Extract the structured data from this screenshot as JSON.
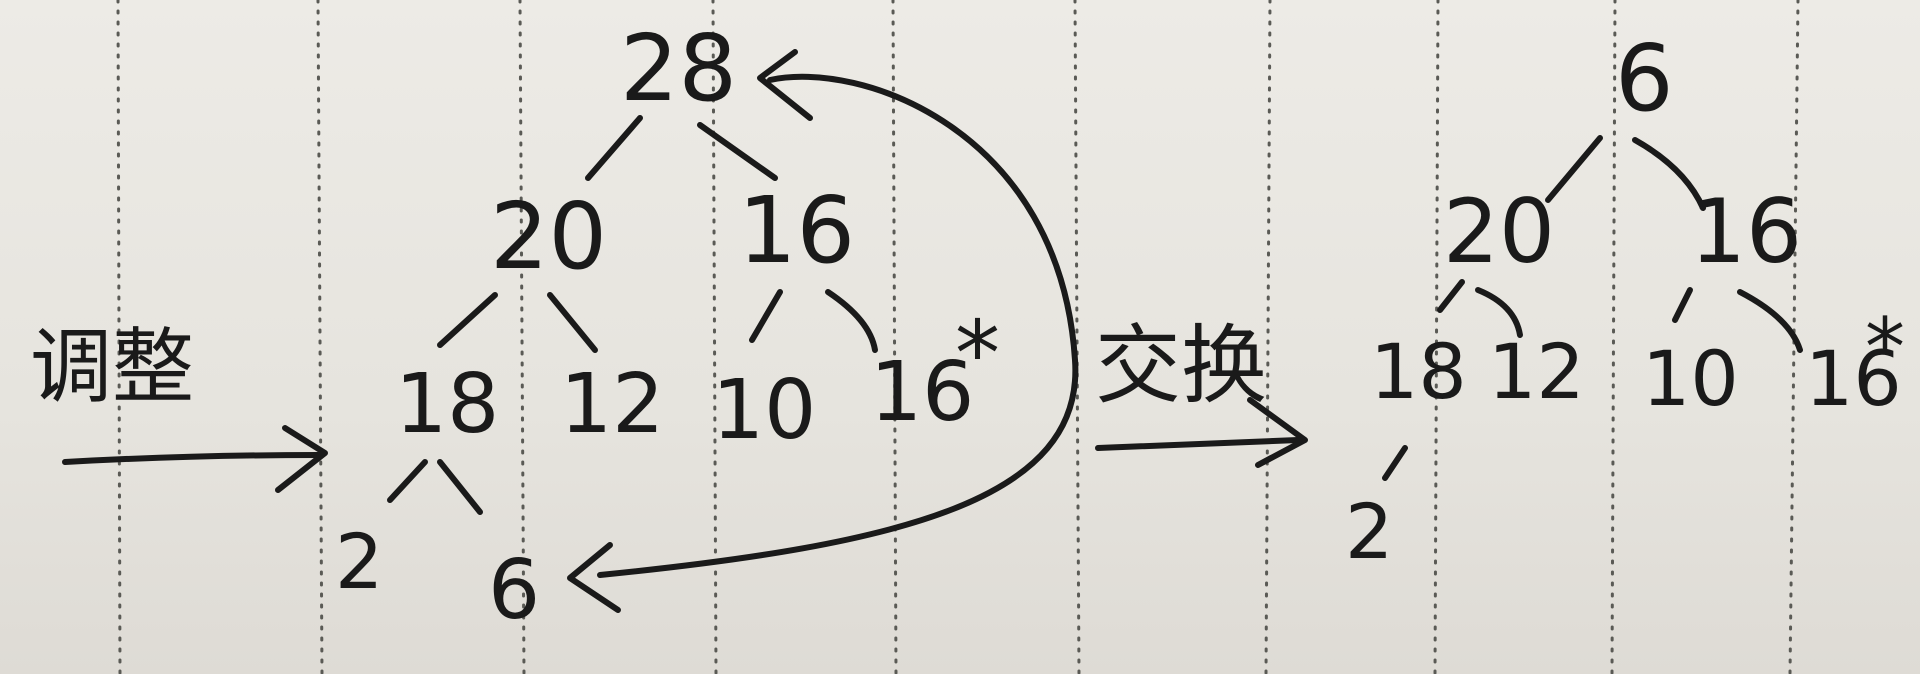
{
  "left_heap": {
    "label_adjust": "调整",
    "nodes": {
      "root": "28",
      "l": "20",
      "r": "16",
      "ll": "18",
      "lr": "12",
      "rl": "10",
      "rr": "16",
      "rr_mark": "*",
      "lll": "2",
      "llr": "6"
    }
  },
  "swap_label": "交换",
  "right_heap": {
    "nodes": {
      "root": "6",
      "l": "20",
      "r": "16",
      "ll": "18",
      "lr": "12",
      "rl": "10",
      "rr": "16",
      "rr_mark": "*",
      "lll": "2"
    }
  }
}
